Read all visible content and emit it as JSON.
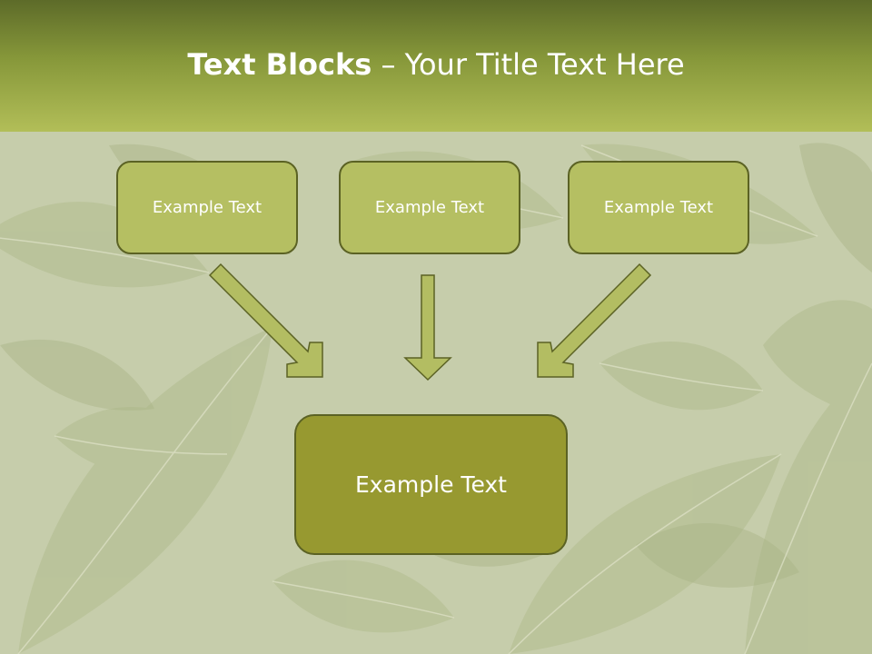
{
  "title": {
    "bold_part": "Text Blocks",
    "separator": " – ",
    "rest_part": "Your Title Text Here"
  },
  "blocks": [
    {
      "label": "Example Text"
    },
    {
      "label": "Example Text"
    },
    {
      "label": "Example Text"
    }
  ],
  "center_block": {
    "label": "Example Text"
  },
  "colors": {
    "header_dark": "#5d6b29",
    "header_light": "#b2be58",
    "box_fill": "#b5bf62",
    "center_fill": "#979930",
    "border": "#5b6224",
    "arrow_fill": "#b3bd62"
  }
}
